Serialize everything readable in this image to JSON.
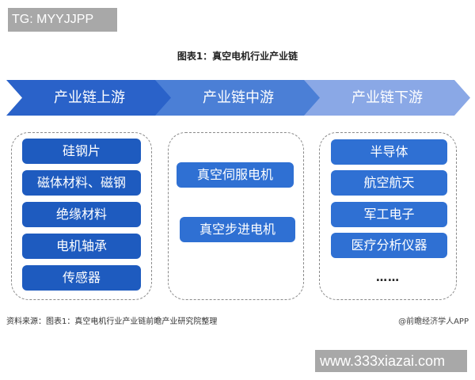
{
  "watermark_top": "TG: MYYJJPP",
  "title": "图表1：真空电机行业产业链",
  "stages": [
    {
      "label": "产业链上游",
      "color": "#2a62c9"
    },
    {
      "label": "产业链中游",
      "color": "#4b7fd6"
    },
    {
      "label": "产业链下游",
      "color": "#8aa8e6"
    }
  ],
  "upstream": [
    "硅钢片",
    "磁体材料、磁钢",
    "绝缘材料",
    "电机轴承",
    "传感器"
  ],
  "midstream": [
    "真空伺服电机",
    "真空步进电机"
  ],
  "downstream": [
    "半导体",
    "航空航天",
    "军工电子",
    "医疗分析仪器"
  ],
  "downstream_more": "……",
  "source": "资料来源：图表1：真空电机行业产业链前瞻产业研究院整理",
  "credit": "@前瞻经济学人APP",
  "watermark_bottom": "www.333xiazai.com"
}
